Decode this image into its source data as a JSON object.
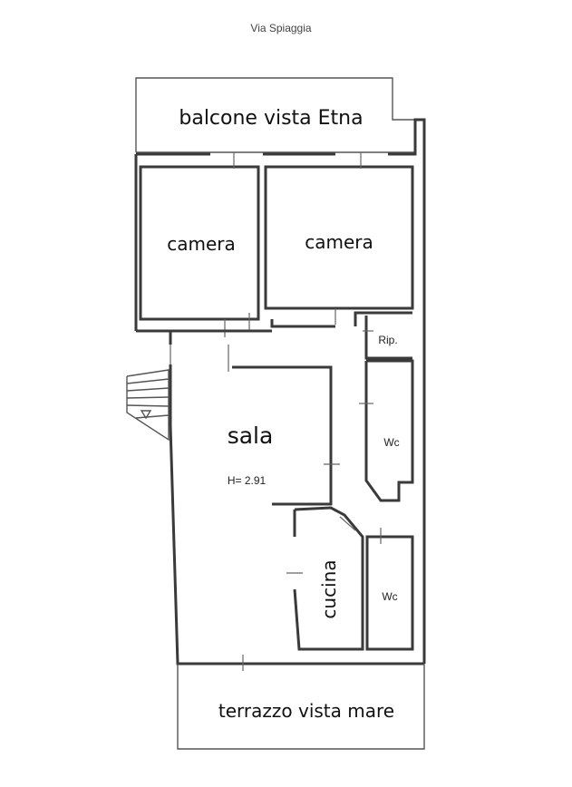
{
  "street_label": "Via Spiaggia",
  "rooms": {
    "balcony": "balcone vista  Etna",
    "bedroom_left": "camera",
    "bedroom_right": "camera",
    "storage": "Rip.",
    "living": "sala",
    "height_note": "H= 2.91",
    "bathroom_upper": "Wc",
    "kitchen": "cucina",
    "bathroom_lower": "Wc",
    "terrace": "terrazzo vista mare"
  },
  "colors": {
    "walls": "#3a3a3a",
    "background": "#ffffff"
  }
}
